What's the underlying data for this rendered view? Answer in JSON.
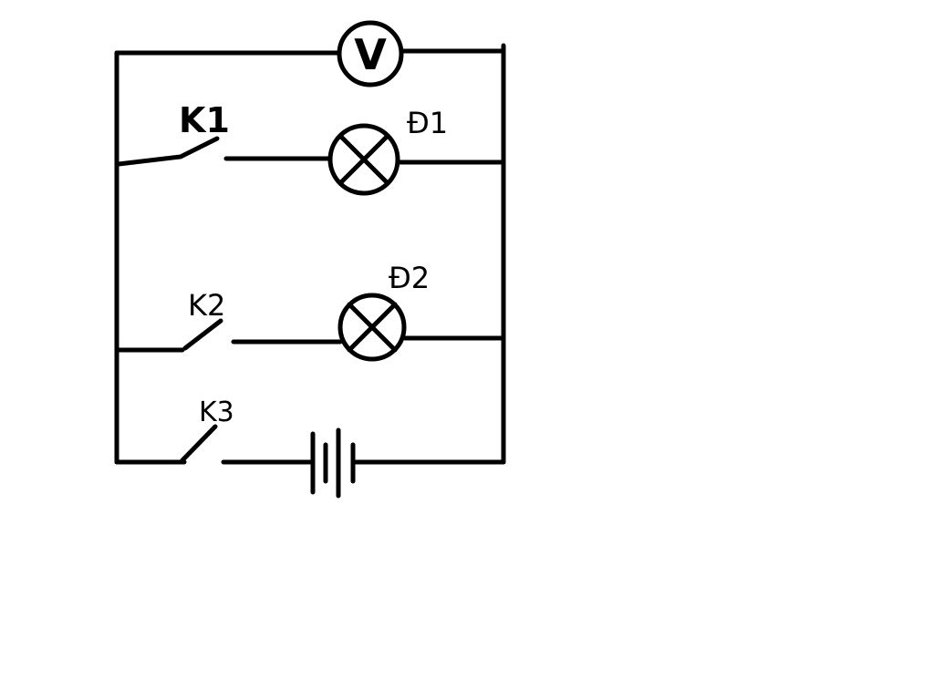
{
  "diagram": {
    "labels": {
      "k1": "K1",
      "k2": "K2",
      "k3": "K3",
      "d1": "Đ1",
      "d2": "Đ2",
      "voltmeter": "V"
    },
    "colors": {
      "ink": "#000000",
      "background": "#ffffff"
    }
  }
}
